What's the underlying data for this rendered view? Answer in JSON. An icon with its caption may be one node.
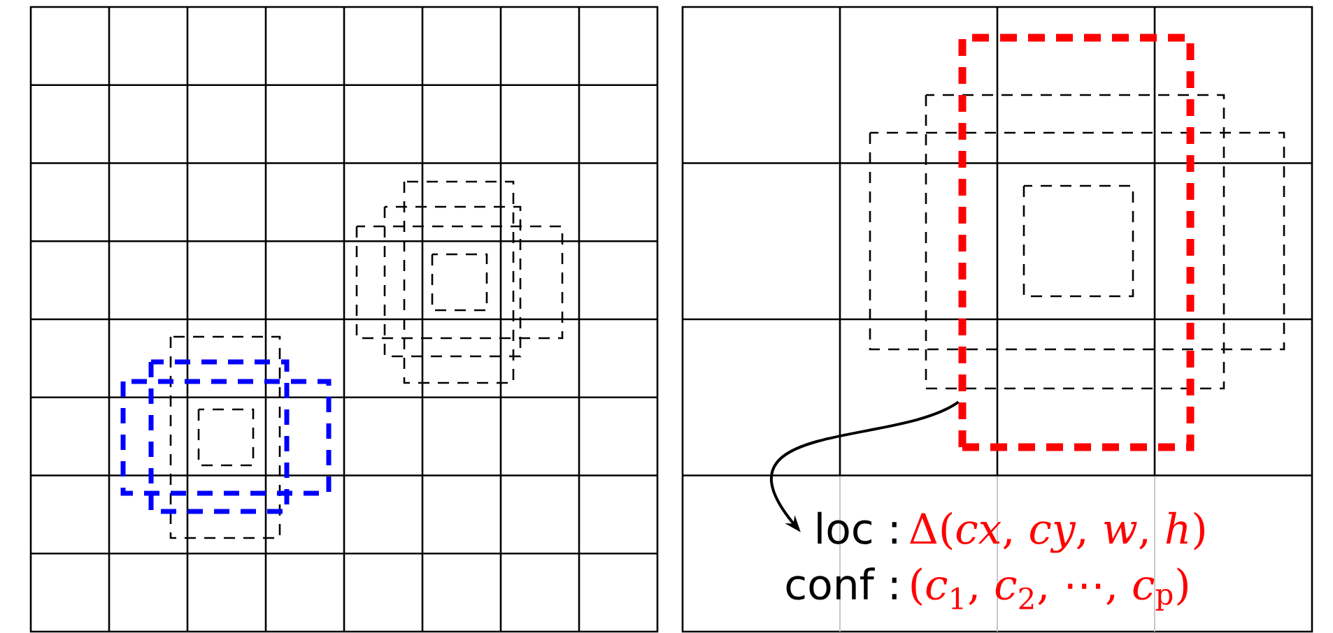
{
  "diagram": {
    "nodes": [
      {
        "text": [],
        "shape": "box"
      },
      {
        "text": [
          "loc :",
          "Δ(*cx*, *cy*, *w*, *h*)",
          "conf :",
          "(*c*$_{1}$, *c*$_{2}$, ⋯, *c*$_{p}$)"
        ]
      }
    ],
    "edges": [
      {
        "from": 0,
        "to": 1,
        "arrow": "to"
      }
    ]
  }
}
